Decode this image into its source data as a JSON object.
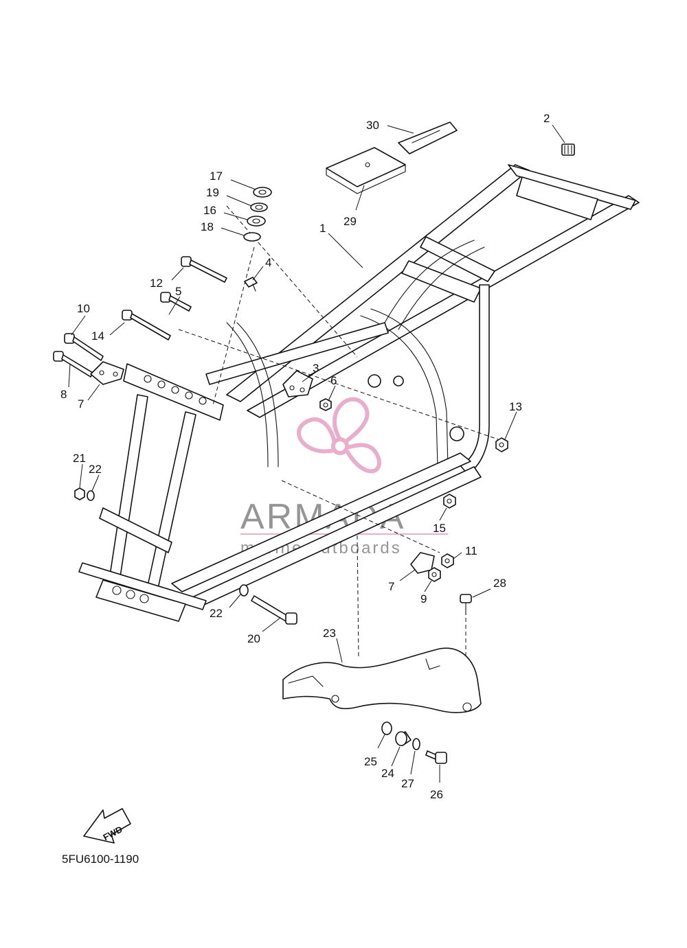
{
  "diagram_code": "5FU6100-1190",
  "fwd_label": "FWD",
  "watermark": {
    "brand": "ARMADA",
    "tagline": "marine outboards",
    "color_text": "#8a8a8a",
    "color_logo": "#e8a6c8"
  },
  "callouts": [
    {
      "id": "1",
      "label": "1"
    },
    {
      "id": "2",
      "label": "2"
    },
    {
      "id": "3",
      "label": "3"
    },
    {
      "id": "4",
      "label": "4"
    },
    {
      "id": "5",
      "label": "5"
    },
    {
      "id": "6",
      "label": "6"
    },
    {
      "id": "7a",
      "label": "7"
    },
    {
      "id": "7b",
      "label": "7"
    },
    {
      "id": "8",
      "label": "8"
    },
    {
      "id": "9",
      "label": "9"
    },
    {
      "id": "10",
      "label": "10"
    },
    {
      "id": "11",
      "label": "11"
    },
    {
      "id": "12",
      "label": "12"
    },
    {
      "id": "13",
      "label": "13"
    },
    {
      "id": "14",
      "label": "14"
    },
    {
      "id": "15",
      "label": "15"
    },
    {
      "id": "16",
      "label": "16"
    },
    {
      "id": "17",
      "label": "17"
    },
    {
      "id": "18",
      "label": "18"
    },
    {
      "id": "19",
      "label": "19"
    },
    {
      "id": "20",
      "label": "20"
    },
    {
      "id": "21",
      "label": "21"
    },
    {
      "id": "22a",
      "label": "22"
    },
    {
      "id": "22b",
      "label": "22"
    },
    {
      "id": "23",
      "label": "23"
    },
    {
      "id": "24",
      "label": "24"
    },
    {
      "id": "25",
      "label": "25"
    },
    {
      "id": "26",
      "label": "26"
    },
    {
      "id": "27",
      "label": "27"
    },
    {
      "id": "28",
      "label": "28"
    },
    {
      "id": "29",
      "label": "29"
    },
    {
      "id": "30",
      "label": "30"
    }
  ]
}
